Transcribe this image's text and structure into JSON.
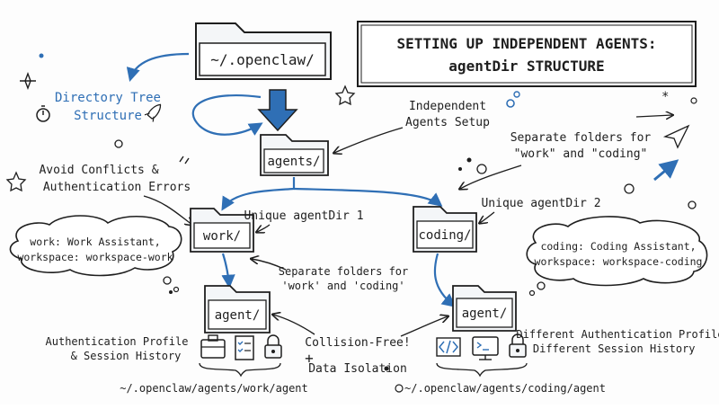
{
  "title": {
    "line1": "SETTING UP INDEPENDENT AGENTS:",
    "line2": "agentDir STRUCTURE"
  },
  "root_folder": "~/.openclaw/",
  "directory_tree": {
    "line1": "Directory Tree",
    "line2": "Structure"
  },
  "agents_folder": "agents/",
  "independent_setup": {
    "line1": "Independent",
    "line2": "Agents Setup"
  },
  "separate_top": {
    "line1": "Separate folders for",
    "line2": "\"work\" and \"coding\""
  },
  "avoid_conflicts": {
    "line1": "Avoid Conflicts &",
    "line2": "Authentication Errors"
  },
  "work_folder": "work/",
  "coding_folder": "coding/",
  "unique1": "Unique agentDir 1",
  "unique2": "Unique agentDir 2",
  "work_cloud": {
    "line1": "work:  Work Assistant,",
    "line2": "workspace: workspace-work"
  },
  "coding_cloud": {
    "line1": "coding: Coding Assistant,",
    "line2": "workspace: workspace-coding"
  },
  "separate_mid": {
    "line1": "Separate folders for",
    "line2": "'work' and 'coding'"
  },
  "work_agent_folder": "agent/",
  "coding_agent_folder": "agent/",
  "auth_profile": {
    "line1": "Authentication Profile",
    "line2": "& Session History"
  },
  "diff_auth": {
    "line1": "Different Authentication Profile",
    "line2": "& Different Session History"
  },
  "collision_free": "Collision-Free!",
  "data_isolation": "Data Isolation",
  "work_path": "~/.openclaw/agents/work/agent",
  "coding_path": "~/.openclaw/agents/coding/agent",
  "icons": [
    "briefcase-icon",
    "checklist-icon",
    "padlock-icon",
    "code-brackets-icon",
    "monitor-terminal-icon",
    "padlock-icon"
  ],
  "colors": {
    "ink": "#1e1e1e",
    "accent": "#2f6fb5",
    "folder_fill": "#f4f6f8"
  }
}
